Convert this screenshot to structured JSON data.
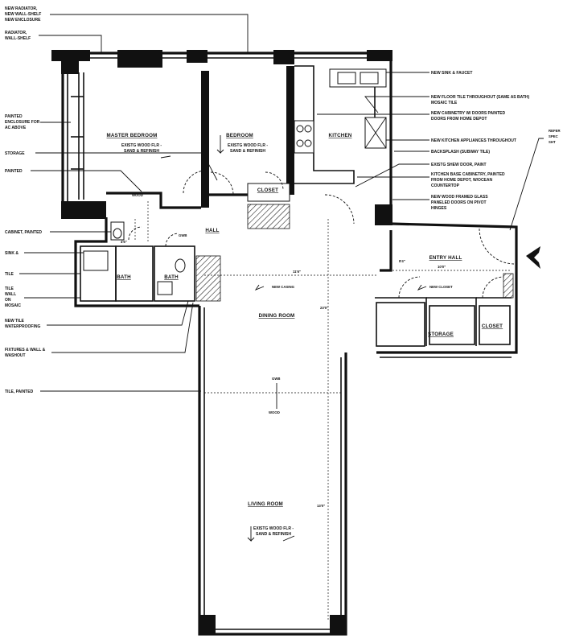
{
  "rooms": {
    "master_bedroom": "MASTER BEDROOM",
    "bedroom": "BEDROOM",
    "kitchen": "KITCHEN",
    "entry_hall": "ENTRY HALL",
    "hall": "HALL",
    "dining_room": "DINING ROOM",
    "living_room": "LIVING ROOM",
    "bath_1": "BATH",
    "bath_2": "BATH",
    "closet_1": "CLOSET",
    "storage": "STORAGE",
    "closet_2": "CLOSET"
  },
  "floor_notes": {
    "master_bedroom": [
      "EXISTG WOOD FLR -",
      "SAND & REFINISH"
    ],
    "bedroom": [
      "EXISTG WOOD FLR -",
      "SAND & REFINISH"
    ],
    "living_room": [
      "EXISTG WOOD FLR -",
      "SAND & REFINISH"
    ]
  },
  "interior_notes": {
    "new_casing": "NEW CASING",
    "new_closet": "NEW CLOSET",
    "wood": "WOOD",
    "wood_2": "WOOD",
    "gwb_1": "GWB",
    "gwb_2": "GWB"
  },
  "dimensions": {
    "dining_width": "11'6\"",
    "entry_width": "10'0\"",
    "entry_depth": "8'4\"",
    "bath_width": "4'6\"",
    "living_length": "13'0\"",
    "hall_length": "23'0\""
  },
  "left_notes": [
    [
      "NEW RADIATOR,",
      "NEW WALL-SHELF",
      "NEW ENCLOSURE"
    ],
    [
      "RADIATOR,",
      "WALL-SHELF"
    ],
    [
      "PAINTED",
      "ENCLOSURE FOR",
      "AC ABOVE"
    ],
    [
      "STORAGE"
    ],
    [
      "PAINTED"
    ],
    [
      "CABINET, PAINTED"
    ],
    [
      "SINK &"
    ],
    [
      "TILE"
    ],
    [
      "TILE",
      "WALL",
      "ON",
      "MOSAIC"
    ],
    [
      "NEW TILE",
      "WATERPROOFING"
    ],
    [
      "FIXTURES & WALL &",
      "WASHOUT"
    ],
    [
      "TILE, PAINTED"
    ]
  ],
  "right_notes": [
    [
      "NEW SINK & FAUCET"
    ],
    [
      "NEW FLOOR TILE THROUGHOUT (SAME AS BATH)",
      "MOSAIC TILE"
    ],
    [
      "NEW CABINETRY W/ DOORS PAINTED",
      "DOORS FROM HOME DEPOT"
    ],
    [
      "NEW KITCHEN APPLIANCES THROUGHOUT"
    ],
    [
      "BACKSPLASH (SUBWAY TILE)"
    ],
    [
      "EXISTG SHEW DOOR, PAINT"
    ],
    [
      "KITCHEN BASE CABINETRY, PAINTED",
      "FROM HOME DEPOT, W/OCEAN",
      "COUNTERTOP"
    ],
    [
      "NEW WOOD FRAMED GLASS",
      "PANELED DOORS ON PIVOT",
      "HINGES"
    ]
  ],
  "far_right_note": [
    "REFER",
    "SPEC",
    "SHT"
  ]
}
